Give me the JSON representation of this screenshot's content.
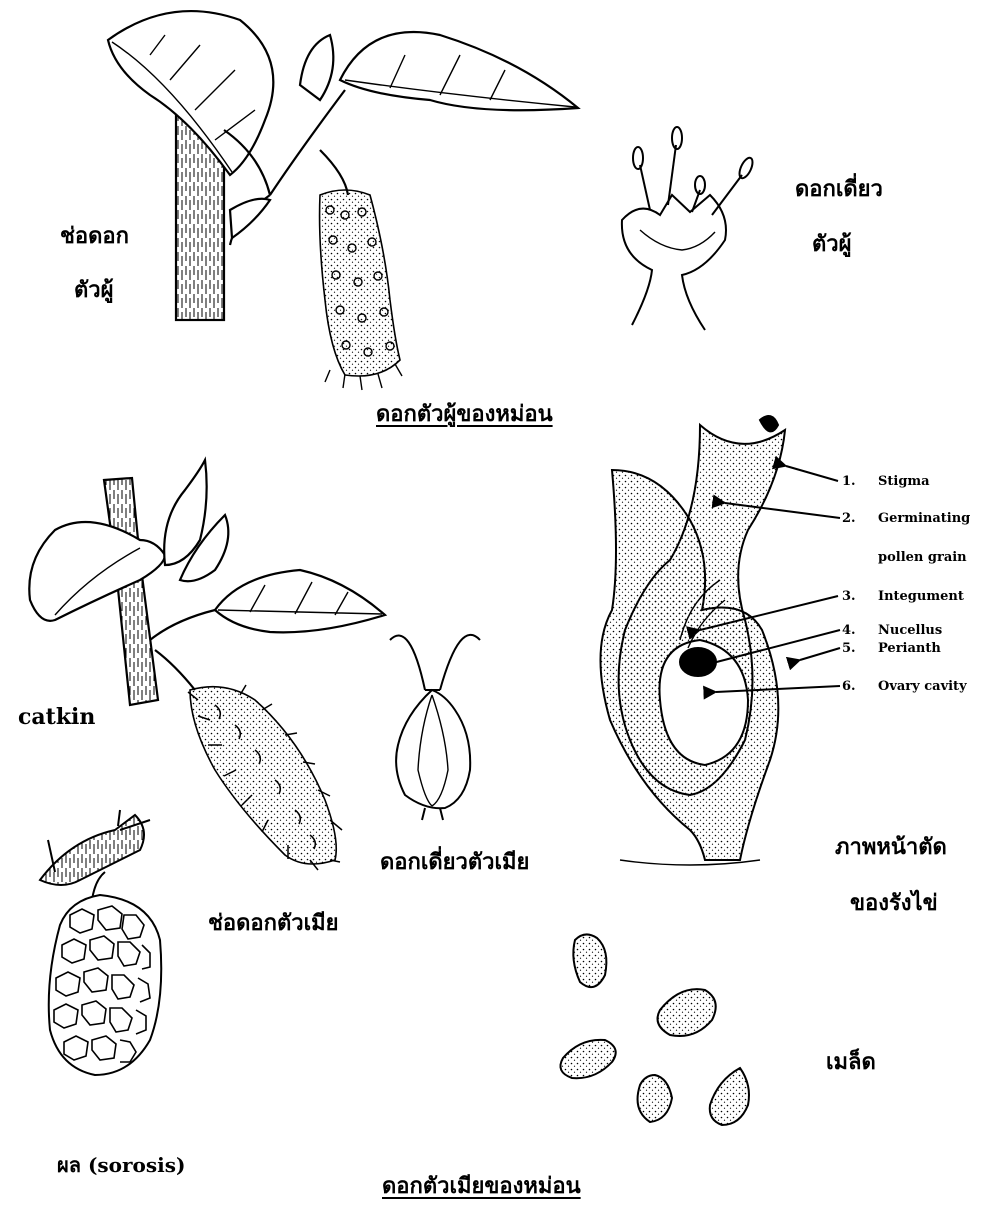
{
  "title_male": "ดอกตัวผู้ของหม่อน",
  "title_female": "ดอกตัวเมียของหม่อน",
  "male_catkin": [
    "ช่อดอก",
    "ตัวผู้"
  ],
  "male_single": [
    "ดอกเดี่ยว",
    "ตัวผู้"
  ],
  "catkin": "catkin",
  "female_catkin": "ช่อดอกตัวเมีย",
  "female_single": "ดอกเดี่ยวตัวเมีย",
  "fruit": "ผล (sorosis)",
  "ovary_section": [
    "ภาพหน้าตัด",
    "ของรังไข่"
  ],
  "seed": "เมล็ด",
  "parts": [
    {
      "num": "1.",
      "name": "Stigma"
    },
    {
      "num": "2.",
      "name": "Germinating"
    },
    {
      "num": "",
      "name": "pollen grain"
    },
    {
      "num": "3.",
      "name": "Integument"
    },
    {
      "num": "4.",
      "name": "Nucellus"
    },
    {
      "num": "5.",
      "name": "Perianth"
    },
    {
      "num": "6.",
      "name": "Ovary cavity"
    }
  ]
}
